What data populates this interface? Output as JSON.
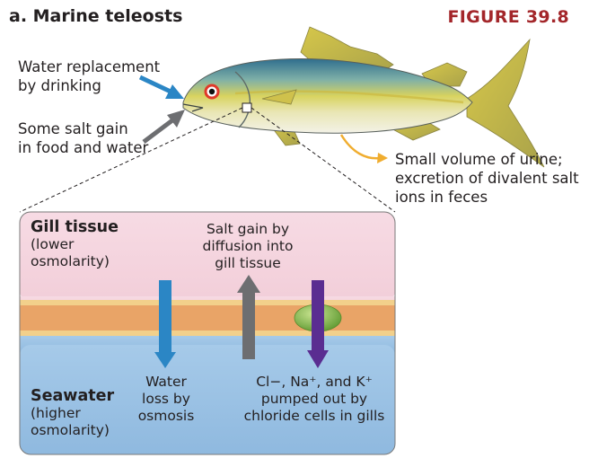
{
  "header": {
    "title": "a.  Marine teleosts",
    "figure": "FIGURE 39.8"
  },
  "fish_labels": {
    "drinking": [
      "Water replacement",
      "by drinking"
    ],
    "salt_gain_food": [
      "Some salt gain",
      "in food and water"
    ],
    "urine": [
      "Small volume of urine;",
      "excretion of divalent salt",
      "ions in feces"
    ]
  },
  "panel": {
    "gill_tissue": {
      "title": "Gill tissue",
      "sub": [
        "(lower",
        "osmolarity)"
      ]
    },
    "seawater": {
      "title": "Seawater",
      "sub": [
        "(higher",
        "osmolarity)"
      ]
    },
    "salt_diffusion": [
      "Salt gain by",
      "diffusion into",
      "gill tissue"
    ],
    "water_loss": [
      "Water",
      "loss by",
      "osmosis"
    ],
    "ions_pumped": [
      "Cl−, Na⁺, and K⁺",
      "pumped out by",
      "chloride cells in gills"
    ]
  },
  "colors": {
    "gill_tissue_bg": "#f7dbe4",
    "seawater_bg": "#9dc3e6",
    "membrane": "#e9a467",
    "water_arrow": "#2b86c5",
    "salt_arrow": "#6d6e71",
    "ion_arrow": "#5a2d91",
    "chloride_cell": "#8dc156",
    "urine_arrow": "#f0ad2f",
    "figure_label": "#a3262a"
  }
}
